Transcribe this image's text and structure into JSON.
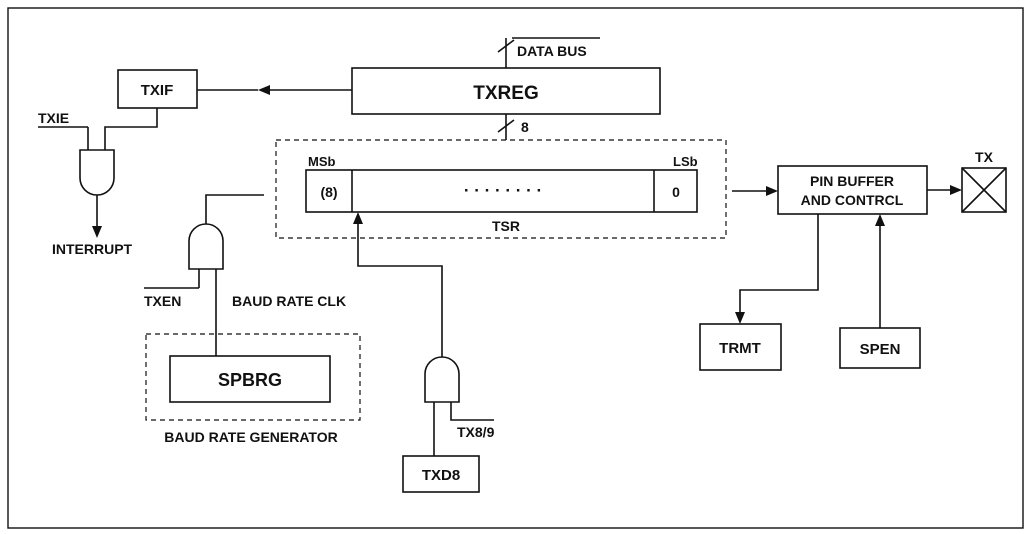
{
  "data_bus": {
    "label": "DATA BUS",
    "width_label": "8"
  },
  "registers": {
    "txreg": "TXREG",
    "txif": "TXIF",
    "tsr": {
      "label": "TSR",
      "msb_label": "MSb",
      "lsb_label": "LSb",
      "msb_bit": "(8)",
      "lsb_bit": "0",
      "middle_dots": "·  ·  ·  ·  ·  ·  ·  ·"
    },
    "spbrg": "SPBRG",
    "txd8": "TXD8",
    "trmt": "TRMT",
    "spen": "SPEN"
  },
  "signals": {
    "txie": "TXIE",
    "interrupt": "INTERRUPT",
    "txen": "TXEN",
    "baud_rate_clk": "BAUD RATE CLK",
    "baud_rate_generator": "BAUD RATE GENERATOR",
    "tx89": "TX8/9",
    "pin_buffer_line1": "PIN BUFFER",
    "pin_buffer_line2": "AND CONTRCL",
    "tx_pin": "TX"
  }
}
